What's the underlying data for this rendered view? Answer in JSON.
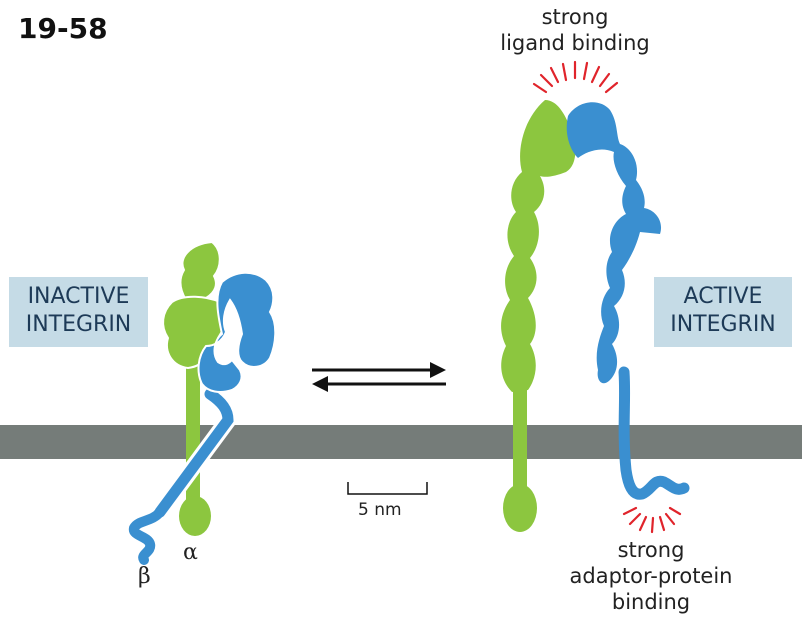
{
  "figure_number": "19-58",
  "inactive_label": [
    "INACTIVE",
    "INTEGRIN"
  ],
  "active_label": [
    "ACTIVE",
    "INTEGRIN"
  ],
  "ligand_caption": [
    "strong",
    "ligand binding"
  ],
  "adaptor_caption": [
    "strong",
    "adaptor-protein",
    "binding"
  ],
  "beta_label": "β",
  "alpha_label": "α",
  "scale_label": "5 nm",
  "colors": {
    "alpha_subunit": "#8cc63f",
    "beta_subunit": "#3a8fd0",
    "membrane": "#757c79",
    "label_box": "#c5dbe6",
    "binding_rays": "#e0242b"
  }
}
